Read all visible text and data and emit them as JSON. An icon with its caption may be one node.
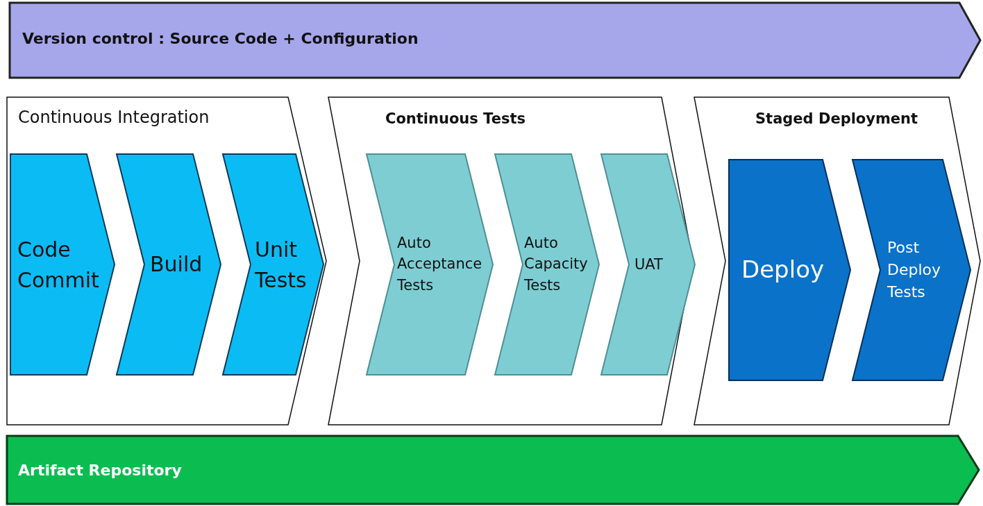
{
  "diagram": {
    "nodes": [
      {
        "text": [
          "Version control :  Source Code + Configuration"
        ]
      },
      {
        "text": [
          "Continuous Integration"
        ]
      },
      {
        "text": [
          "Code Commit"
        ],
        "in": 1
      },
      {
        "text": [
          "Build"
        ],
        "in": 1
      },
      {
        "text": [
          "Unit Tests"
        ],
        "in": 1
      },
      {
        "text": [
          "Continuous Tests"
        ]
      },
      {
        "text": [
          "Auto Acceptance Tests"
        ],
        "in": 5
      },
      {
        "text": [
          "Auto Capacity Tests"
        ],
        "in": 5
      },
      {
        "text": [
          "UAT"
        ],
        "in": 5
      },
      {
        "text": [
          "Staged Deployment"
        ]
      },
      {
        "text": [
          "Deploy"
        ],
        "in": 9
      },
      {
        "text": [
          "Post Deploy Tests"
        ],
        "in": 9
      },
      {
        "text": [
          "Artifact Repository"
        ]
      }
    ]
  }
}
